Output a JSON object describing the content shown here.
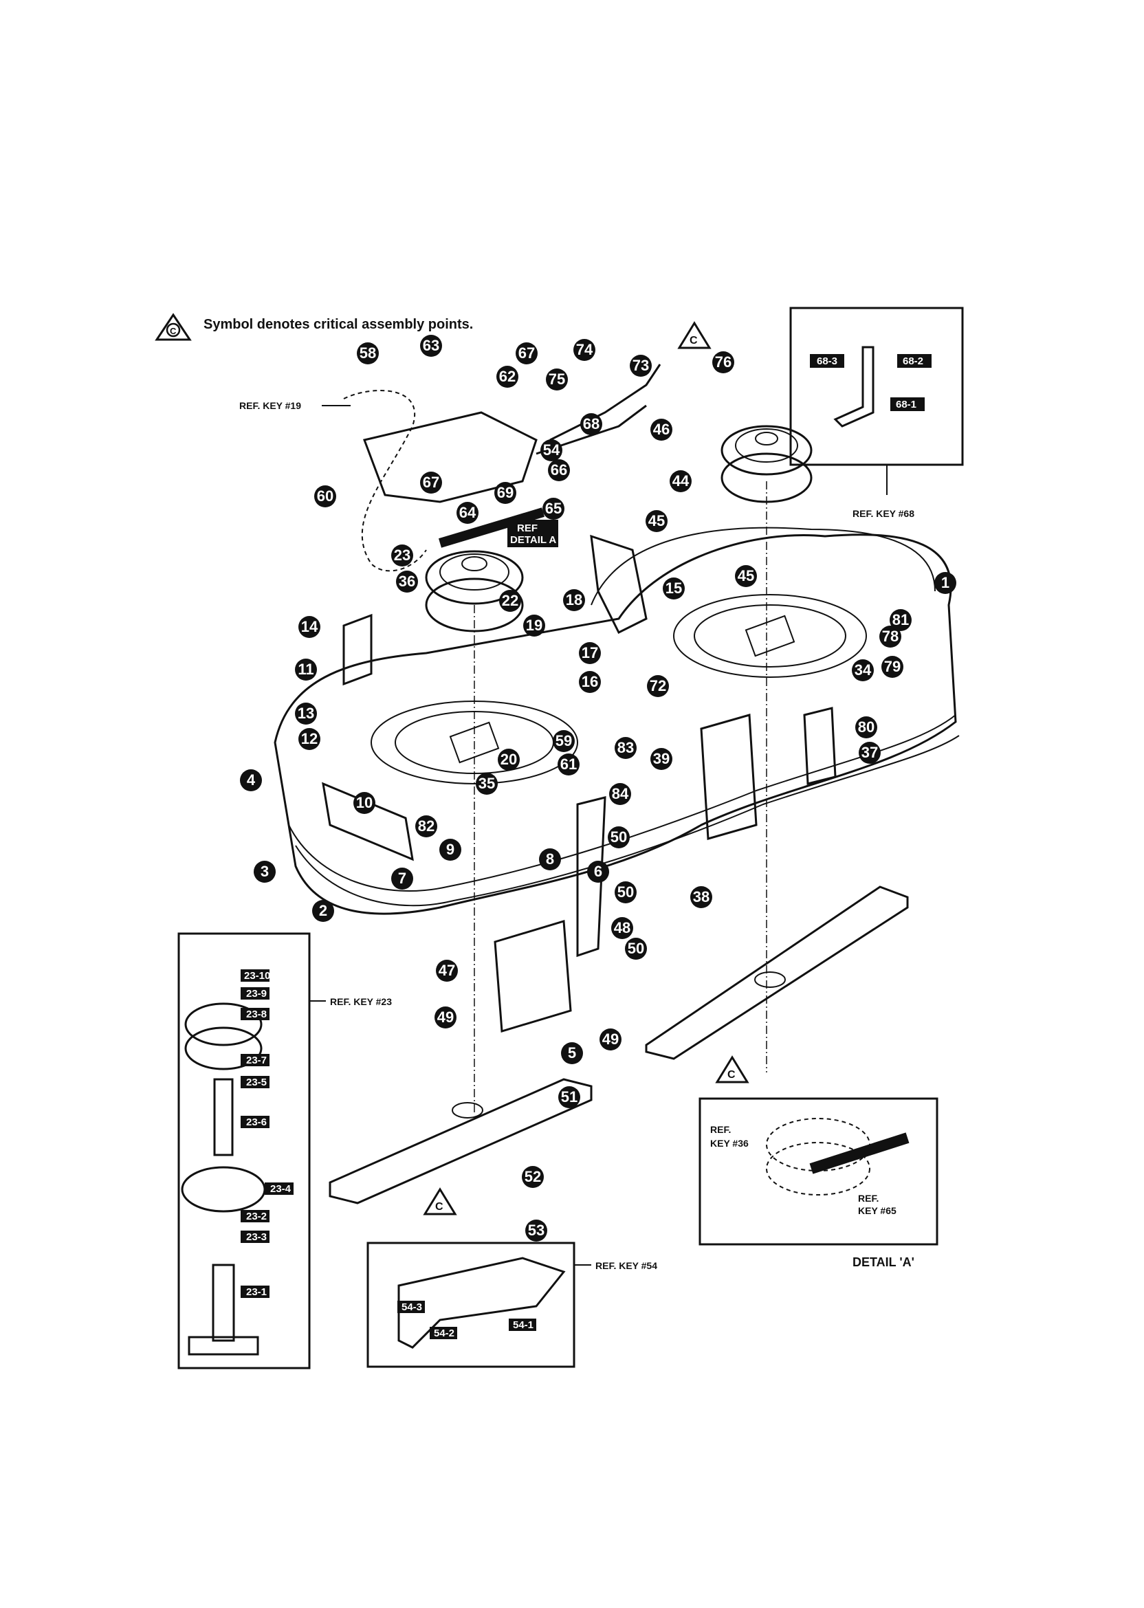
{
  "legend": {
    "symbol": "C",
    "text": "Symbol denotes critical assembly points."
  },
  "ref_keys": {
    "k19": "REF. KEY #19",
    "k68": "REF. KEY #68",
    "k23": "REF. KEY #23",
    "k54": "REF. KEY #54",
    "k36": [
      "REF.",
      "KEY #36"
    ],
    "k65": [
      "REF.",
      "KEY #65"
    ]
  },
  "ref_detail_label": [
    "REF",
    "DETAIL A"
  ],
  "detail_a_title": "DETAIL 'A'",
  "callouts": [
    "1",
    "2",
    "3",
    "4",
    "5",
    "6",
    "7",
    "8",
    "9",
    "10",
    "11",
    "12",
    "13",
    "14",
    "15",
    "16",
    "17",
    "18",
    "19",
    "20",
    "22",
    "23",
    "34",
    "35",
    "36",
    "37",
    "38",
    "39",
    "44",
    "45",
    "45",
    "46",
    "47",
    "48",
    "49",
    "49",
    "50",
    "50",
    "50",
    "51",
    "52",
    "53",
    "54",
    "58",
    "59",
    "60",
    "61",
    "62",
    "63",
    "64",
    "65",
    "66",
    "67",
    "67",
    "68",
    "69",
    "72",
    "73",
    "74",
    "75",
    "76",
    "78",
    "79",
    "80",
    "81",
    "82",
    "83",
    "84"
  ],
  "inset_68_tags": [
    "68-3",
    "68-2",
    "68-1"
  ],
  "inset_23_tags": [
    "23-10",
    "23-9",
    "23-8",
    "23-7",
    "23-5",
    "23-6",
    "23-4",
    "23-2",
    "23-3",
    "23-1"
  ],
  "inset_54_tags": [
    "54-3",
    "54-2",
    "54-1"
  ],
  "critical_symbol": "C"
}
